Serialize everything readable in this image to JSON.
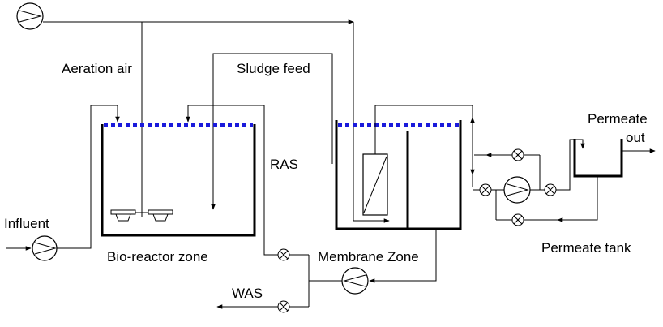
{
  "labels": {
    "aeration_air": "Aeration air",
    "sludge_feed": "Sludge feed",
    "ras": "RAS",
    "influent": "Influent",
    "bioreactor_zone": "Bio-reactor zone",
    "membrane_zone": "Membrane Zone",
    "was": "WAS",
    "permeate_out_line1": "Permeate",
    "permeate_out_line2": "out",
    "permeate_tank": "Permeate tank"
  },
  "colors": {
    "line": "#000000",
    "water_level": "#1a1adb",
    "background": "#ffffff"
  },
  "icons": [
    "pump-icon",
    "valve-icon",
    "diffuser-icon",
    "membrane-module-icon",
    "arrow-head"
  ]
}
